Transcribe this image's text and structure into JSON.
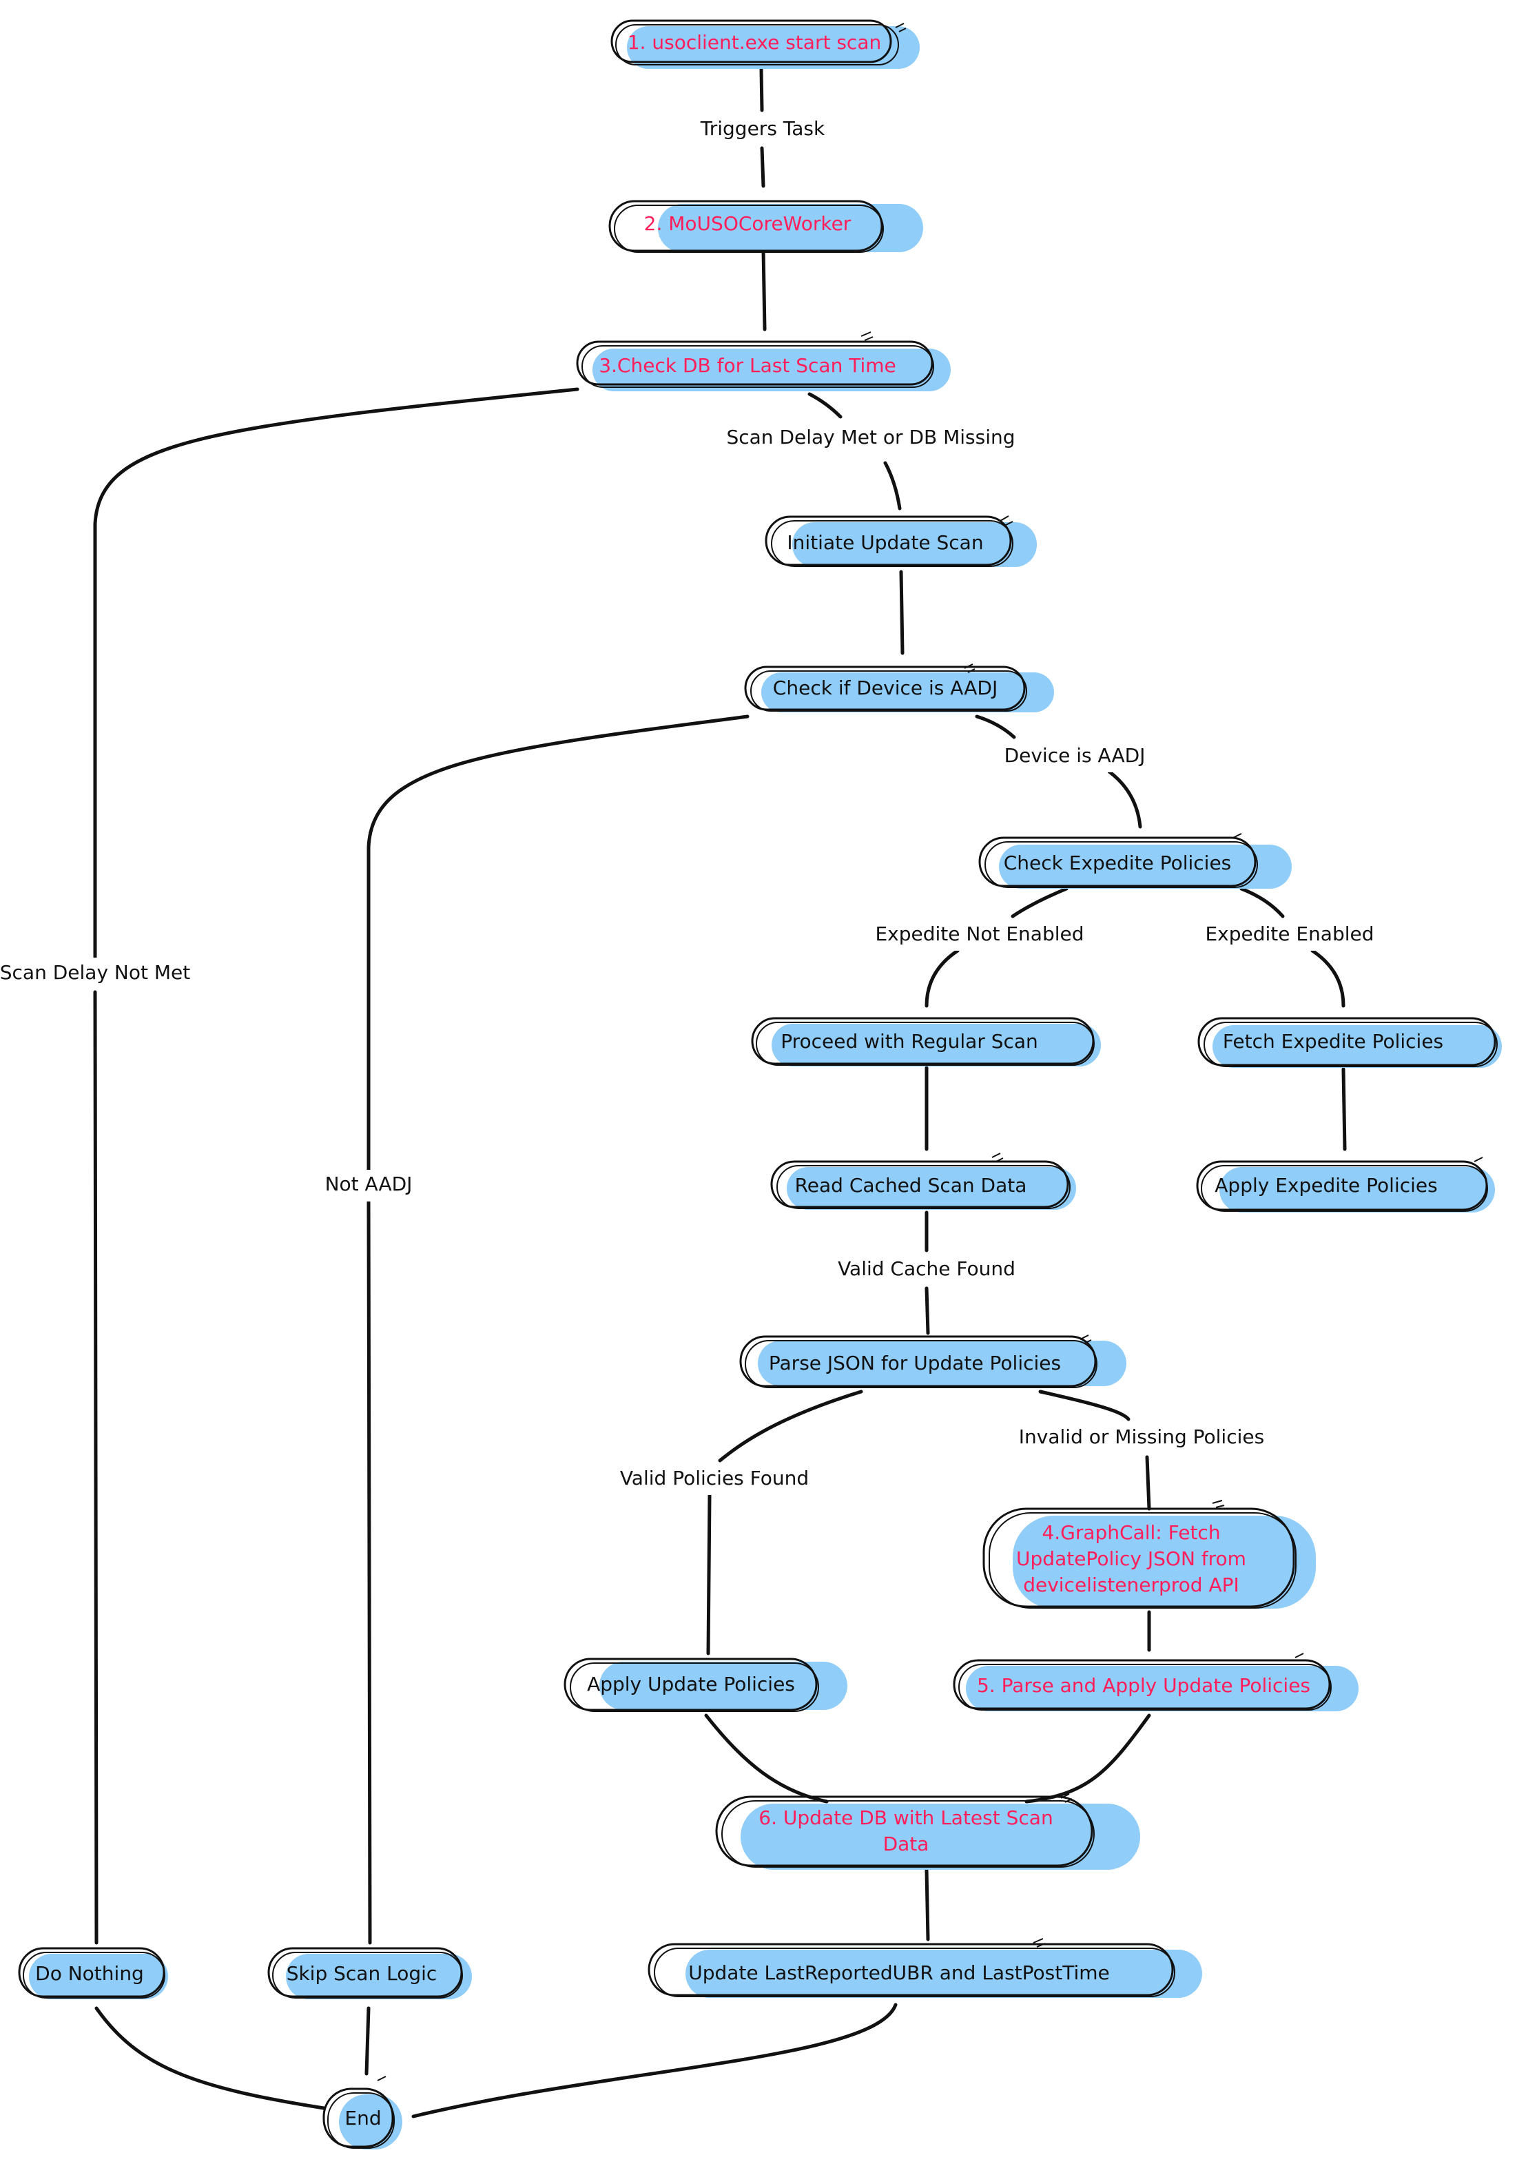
{
  "nodes": {
    "n1": {
      "label": "1. usoclient.exe start scan"
    },
    "n2": {
      "label": "2. MoUSOCoreWorker"
    },
    "n3": {
      "label": "3.Check DB for Last Scan Time"
    },
    "n4": {
      "label": "Initiate Update Scan"
    },
    "n5": {
      "label": "Check if Device is AADJ"
    },
    "n6": {
      "label": "Check Expedite Policies"
    },
    "n7": {
      "label": "Proceed with Regular Scan"
    },
    "n8": {
      "label": "Fetch Expedite Policies"
    },
    "n9": {
      "label": "Read Cached Scan Data"
    },
    "n10": {
      "label": "Apply Expedite Policies"
    },
    "n11": {
      "label": "Parse JSON for Update Policies"
    },
    "n12": {
      "label": "Apply Update Policies"
    },
    "n13": {
      "lines": [
        "4.GraphCall: Fetch",
        "UpdatePolicy JSON from",
        "devicelistenerprod API"
      ]
    },
    "n14": {
      "label": "5. Parse and Apply Update Policies"
    },
    "n15": {
      "lines": [
        "6. Update DB with Latest Scan",
        "Data"
      ]
    },
    "n16": {
      "label": "Do Nothing"
    },
    "n17": {
      "label": "Skip Scan Logic"
    },
    "n18": {
      "label": "Update LastReportedUBR and LastPostTime"
    },
    "n19": {
      "label": "End"
    }
  },
  "edge_labels": {
    "triggers_task": "Triggers Task",
    "scan_delay_met": "Scan Delay Met or DB Missing",
    "scan_delay_not_met": "Scan Delay Not Met",
    "device_is_aadj": "Device is AADJ",
    "not_aadj": "Not AADJ",
    "expedite_not_enabled": "Expedite Not Enabled",
    "expedite_enabled": "Expedite Enabled",
    "valid_cache_found": "Valid Cache Found",
    "valid_policies_found": "Valid Policies Found",
    "invalid_or_missing": "Invalid or Missing Policies"
  },
  "colors": {
    "node_fill": "#90cdf9",
    "highlight_text": "#ff1e5a",
    "stroke": "#111111"
  }
}
